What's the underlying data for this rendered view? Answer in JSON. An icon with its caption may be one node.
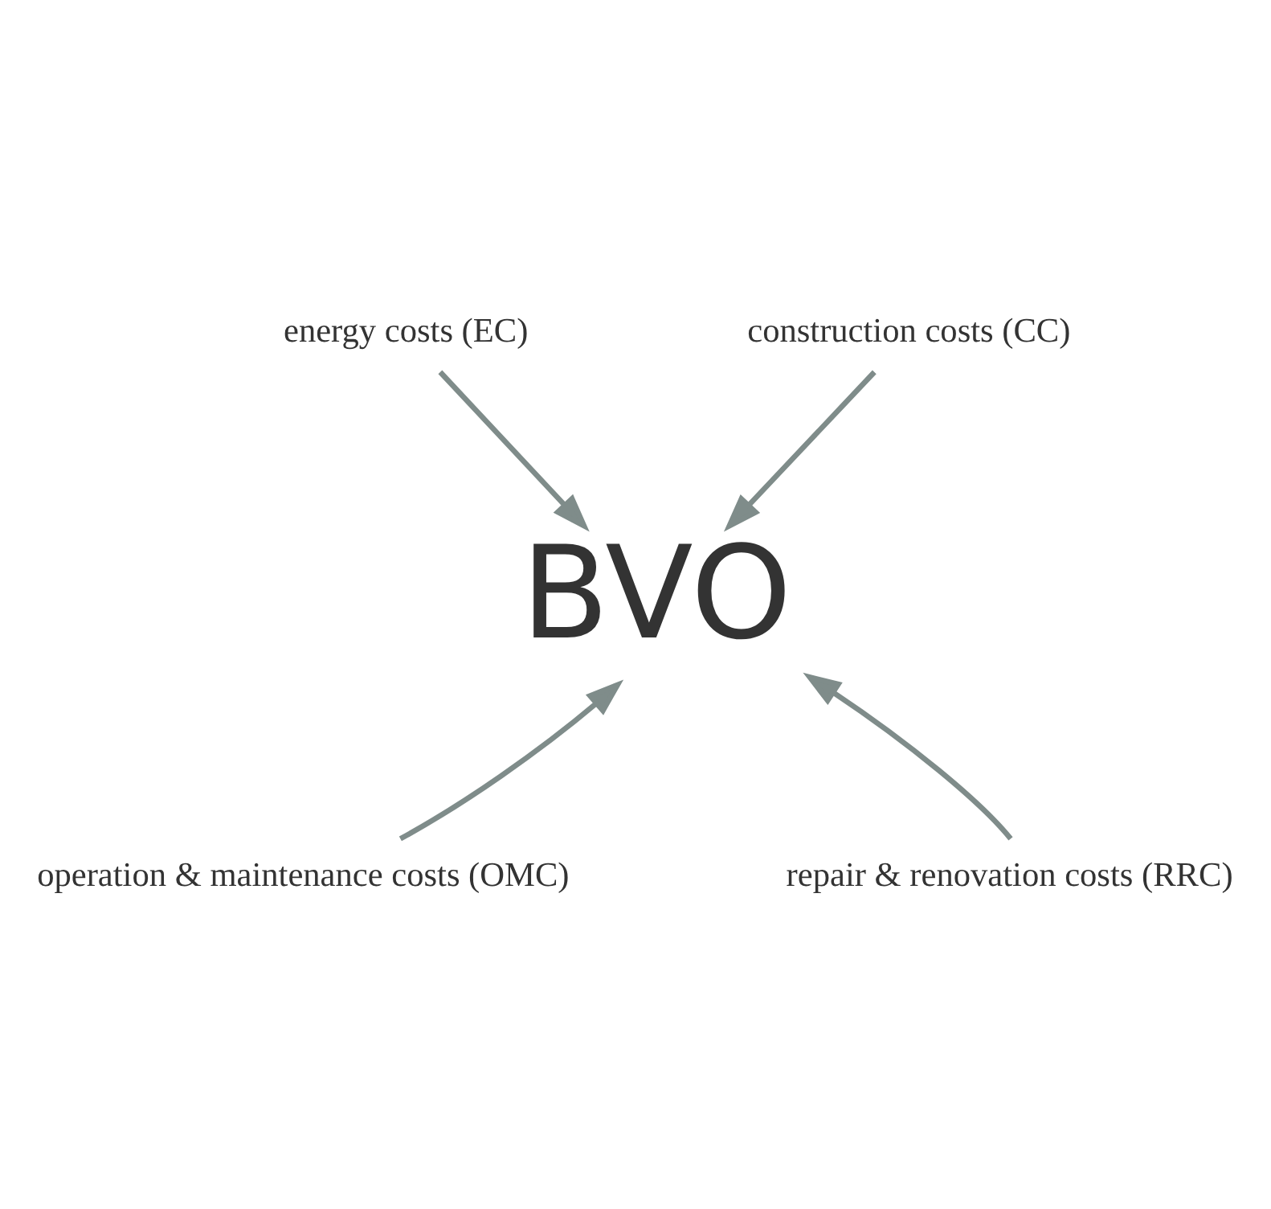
{
  "diagram": {
    "nodes": [
      {
        "text": [
          "energy costs (EC)"
        ]
      },
      {
        "text": [
          "construction costs (CC)"
        ]
      },
      {
        "text": [
          "BVO"
        ]
      },
      {
        "text": [
          "operation & maintenance costs (OMC)"
        ]
      },
      {
        "text": [
          "repair & renovation costs (RRC)"
        ]
      }
    ],
    "edges": [
      {
        "from": 0,
        "to": 2,
        "arrow": "to"
      },
      {
        "from": 1,
        "to": 2,
        "arrow": "to"
      },
      {
        "from": 3,
        "to": 2,
        "arrow": "to"
      },
      {
        "from": 4,
        "to": 2,
        "arrow": "to"
      }
    ]
  }
}
